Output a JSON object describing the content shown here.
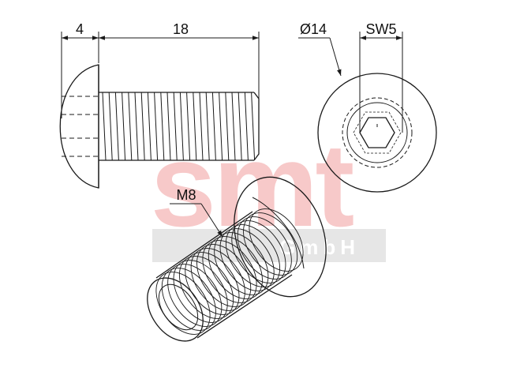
{
  "dimensions": {
    "head_height": "4",
    "shank_length": "18",
    "head_diameter": "Ø14",
    "hex_socket": "SW5",
    "thread": "M8"
  },
  "watermark": {
    "brand": "smt",
    "sub": "GmbH",
    "brand_color": "#f7c9c9",
    "band_color": "#e6e6e6",
    "sub_color": "#ffffff"
  },
  "line_color": "#1a1a1a"
}
